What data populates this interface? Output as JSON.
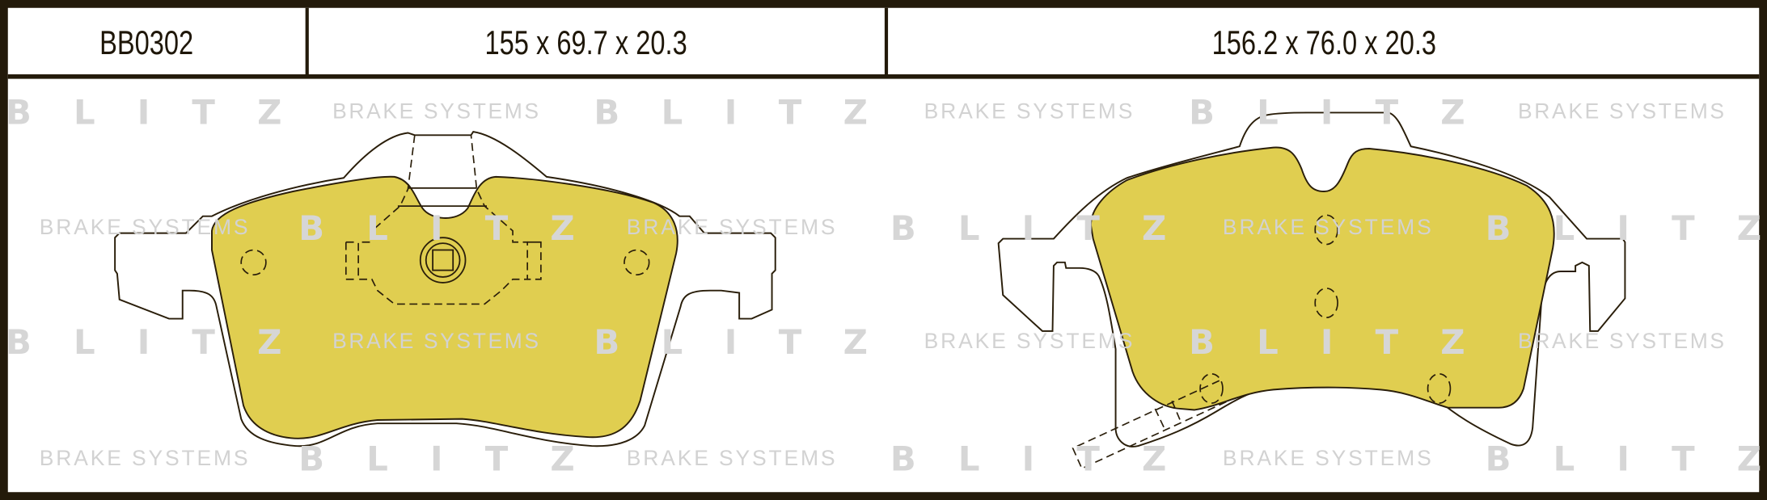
{
  "header": {
    "part_number": "BB0302",
    "dimensions_pad_1": "155 x 69.7 x 20.3",
    "dimensions_pad_2": "156.2 x 76.0 x 20.3"
  },
  "watermark": {
    "brand": "B L I T Z",
    "tagline": "BRAKE SYSTEMS"
  },
  "colors": {
    "friction_material": "#e0ce50",
    "outline": "#2a1e0a",
    "border": "#231a0a",
    "watermark": "#d6d6d6"
  }
}
